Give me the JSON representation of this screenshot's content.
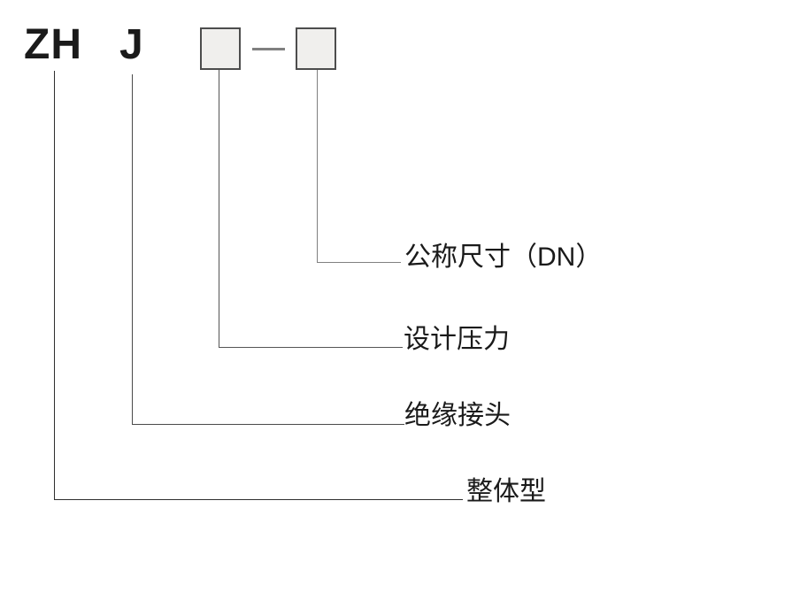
{
  "model_code": {
    "prefix": "ZH",
    "type_letter": "J"
  },
  "placeholders": [
    {
      "name": "design-pressure-box",
      "meaning": "设计压力"
    },
    {
      "name": "nominal-size-box",
      "meaning": "公称尺寸（DN）"
    }
  ],
  "labels": {
    "nominal_size": "公称尺寸（DN）",
    "design_pressure": "设计压力",
    "insulating_joint": "绝缘接头",
    "integral_type": "整体型"
  },
  "colors": {
    "text": "#1a1a1a",
    "line": "#555555",
    "line_light": "#808080",
    "box_fill": "#f0efed",
    "box_border": "#4d4d4d"
  }
}
